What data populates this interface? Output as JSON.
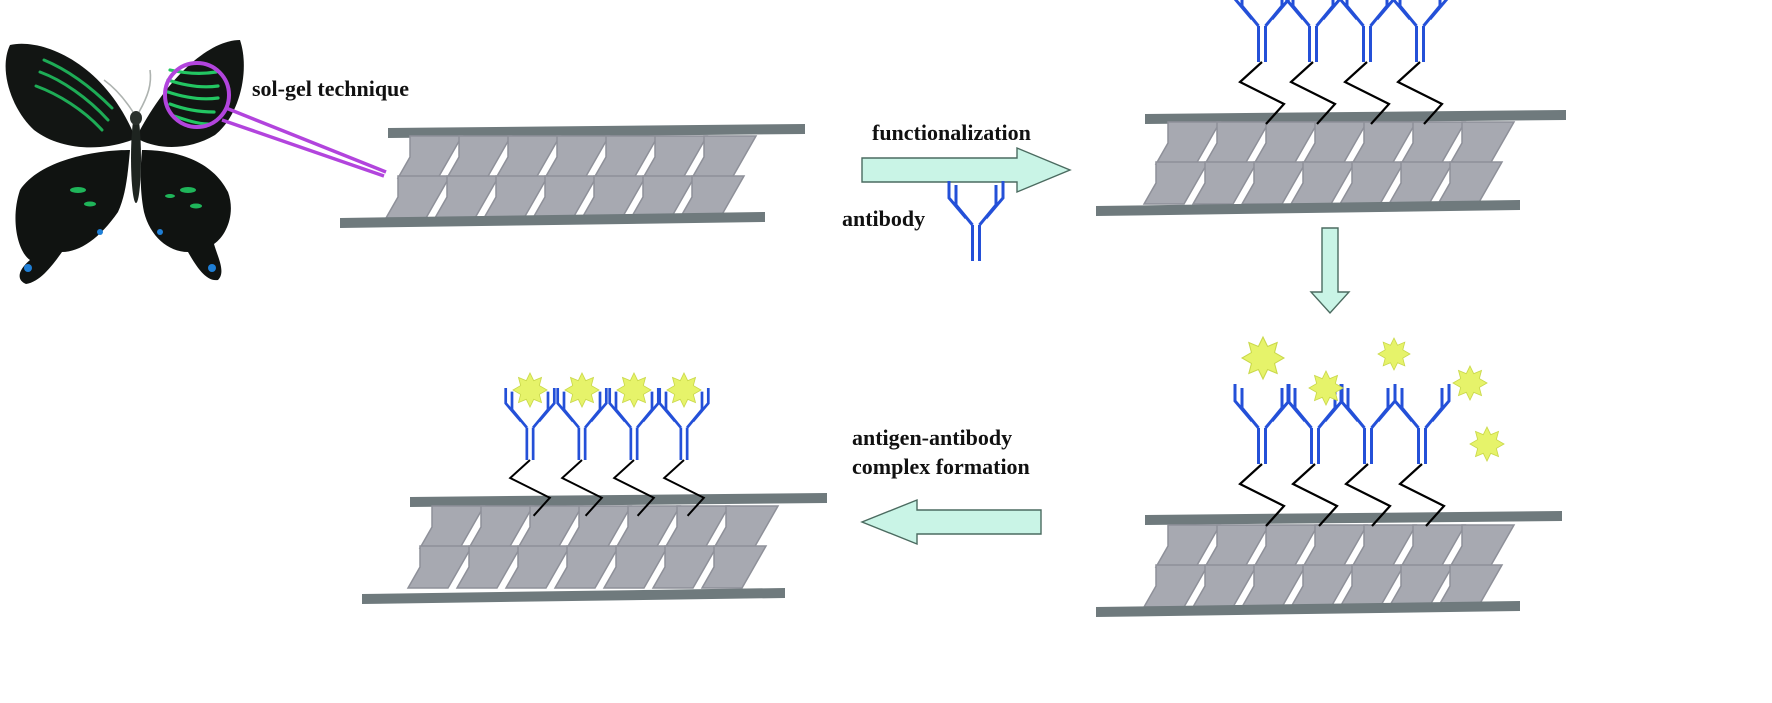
{
  "labels": {
    "sol_gel": "sol-gel technique",
    "functionalization": "functionalization",
    "antibody": "antibody",
    "complex_line1": "antigen-antibody",
    "complex_line2": "complex formation"
  },
  "colors": {
    "antibody": "#2450d8",
    "antigen": "#e6f36a",
    "antigen_stroke": "#c9d84a",
    "hexagon_fill": "#a7a9b1",
    "hexagon_stroke": "#8e9099",
    "plate": "#6f7a7d",
    "arrow_fill": "#c9f4e6",
    "arrow_stroke": "#4b6b60",
    "lens": "#b244dd",
    "butterfly_wing": "#111412",
    "butterfly_iridescent": "#1fb55a"
  },
  "icons": {
    "butterfly": "butterfly-image",
    "antibody": "antibody-y-icon",
    "antigen": "antigen-star-icon"
  }
}
